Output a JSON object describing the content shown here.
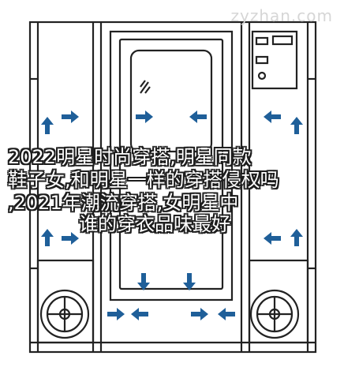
{
  "watermark": "zyzhan.com",
  "caption": {
    "line1": "2022明星时尚穿搭,明星同款",
    "line2": "鞋子女,和明星一样的穿搭侵权吗",
    "line3": ",2021年潮流穿搭,女明星中",
    "line4": "谁的穿衣品味最好"
  },
  "colors": {
    "arrow": "#1f5f99",
    "line": "#222222",
    "caption_fill": "#ffffff",
    "caption_stroke": "#1d1d1d"
  },
  "icons": [
    "airflow-arrow-icon",
    "fan-icon",
    "door-window-icon",
    "control-panel-icon"
  ]
}
